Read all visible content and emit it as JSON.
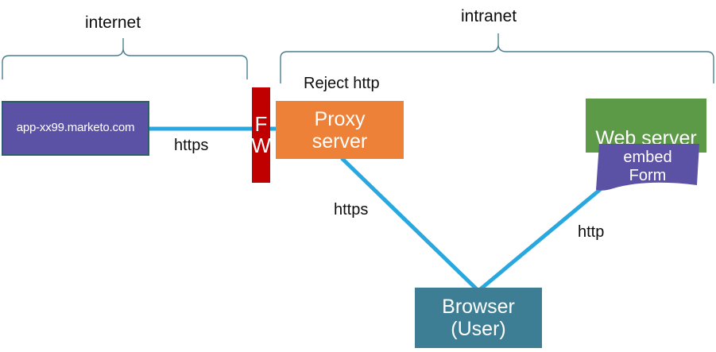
{
  "diagram": {
    "title": "Marketo proxy / embed form network diagram",
    "zones": [
      {
        "id": "internet",
        "label": "internet"
      },
      {
        "id": "intranet",
        "label": "intranet"
      }
    ],
    "nodes": {
      "marketo": {
        "label": "app-xx99.marketo.com",
        "color": "#5b51a5",
        "border": "#2b5f6b"
      },
      "firewall": {
        "line1": "F",
        "line2": "W",
        "color": "#c00000"
      },
      "proxy": {
        "line1": "Proxy",
        "line2": "server",
        "color": "#ed8137"
      },
      "webserver": {
        "label": "Web server",
        "color": "#5c9a47"
      },
      "embedform": {
        "line1": "embed",
        "line2": "Form",
        "color": "#5b51a5"
      },
      "browser": {
        "line1": "Browser",
        "line2": "(User)",
        "color": "#3e7e94"
      }
    },
    "edge_labels": {
      "reject_http": "Reject http",
      "https_marketo_proxy": "https",
      "https_proxy_browser": "https",
      "http_webserver_browser": "http"
    },
    "colors": {
      "connector": "#29a8e0",
      "brace": "#4a7f8f",
      "text": "#0d0d0d",
      "node_text": "#ffffff"
    }
  }
}
